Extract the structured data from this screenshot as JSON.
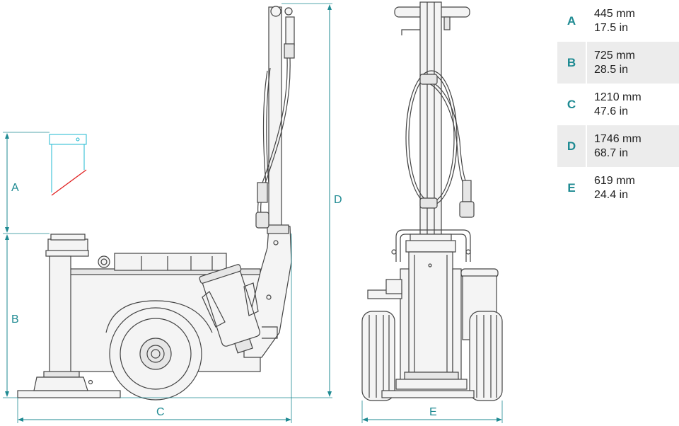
{
  "dimension_labels": {
    "a": "A",
    "b": "B",
    "c": "C",
    "d": "D",
    "e": "E"
  },
  "legend": [
    {
      "letter": "A",
      "mm": "445 mm",
      "inch": "17.5 in"
    },
    {
      "letter": "B",
      "mm": "725 mm",
      "inch": "28.5 in"
    },
    {
      "letter": "C",
      "mm": "1210 mm",
      "inch": "47.6 in"
    },
    {
      "letter": "D",
      "mm": "1746 mm",
      "inch": "68.7 in"
    },
    {
      "letter": "E",
      "mm": "619 mm",
      "inch": "24.4 in"
    }
  ],
  "colors": {
    "dimension": "#1e8a92",
    "outline": "#444444",
    "saddle": "#1fb8d0",
    "indicator": "#e02020",
    "legend_shade": "#ececec"
  }
}
